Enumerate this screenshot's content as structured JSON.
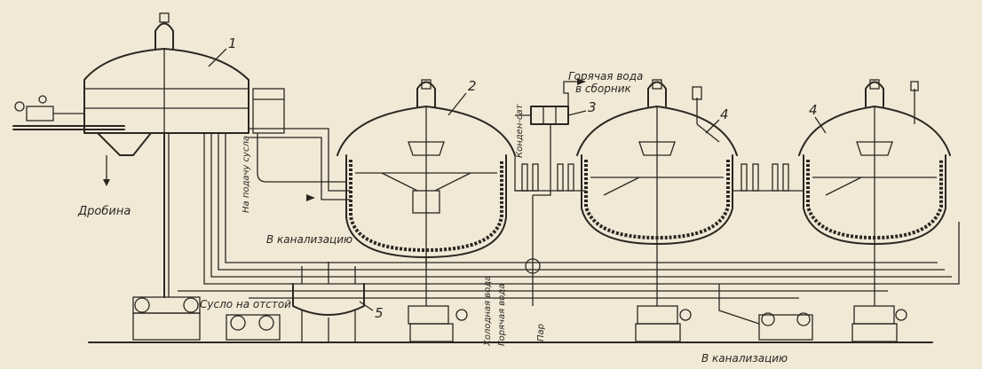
{
  "callouts": [
    {
      "id": "1",
      "text": "1"
    },
    {
      "id": "2",
      "text": "2"
    },
    {
      "id": "3",
      "text": "3"
    },
    {
      "id": "4a",
      "text": "4"
    },
    {
      "id": "4b",
      "text": "4"
    },
    {
      "id": "5",
      "text": "5"
    }
  ],
  "labels": {
    "hot_water_1": "Горячая вода",
    "hot_water_2": "в сборник",
    "drobina": "Дробина",
    "sewer_top": "В канализацию",
    "sewer_bottom": "В канализацию",
    "wort": "Сусло на отстой",
    "water_supply": "На подачу сусла",
    "condensate": "Конден-сат",
    "cold_water": "Холодная вода",
    "hot_water_v": "Горячая вода",
    "steam": "Пар"
  }
}
